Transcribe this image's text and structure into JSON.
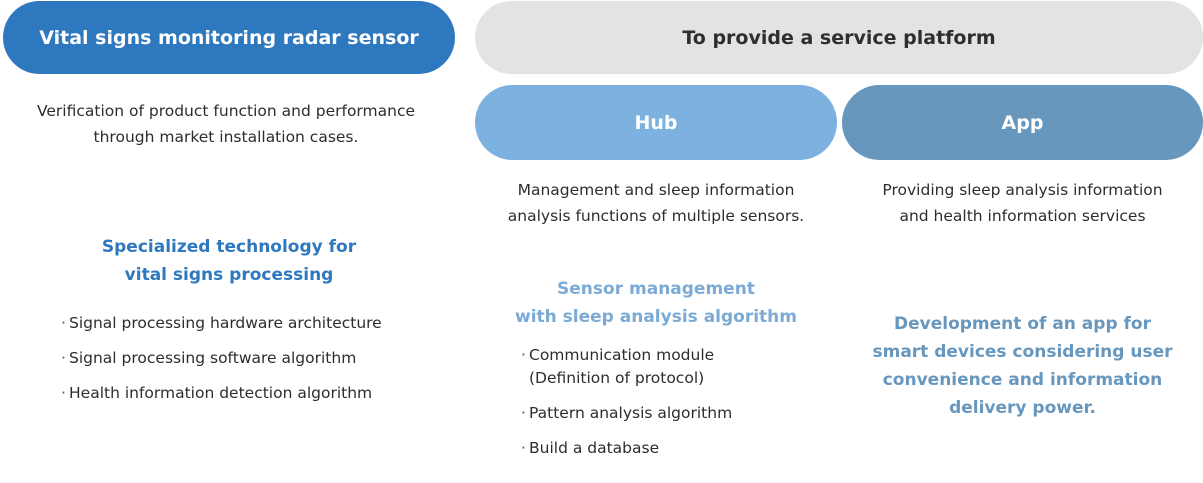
{
  "radar": {
    "title": "Vital signs monitoring radar sensor",
    "description": [
      "Verification of product function and performance",
      "through market installation cases."
    ],
    "heading": [
      "Specialized technology for",
      "vital signs processing"
    ],
    "items": [
      "Signal processing hardware architecture",
      "Signal processing software algorithm",
      "Health information detection algorithm"
    ]
  },
  "platform": {
    "title": "To provide a service platform"
  },
  "hub": {
    "title": "Hub",
    "description": [
      "Management and sleep information",
      "analysis functions of multiple sensors."
    ],
    "heading": [
      "Sensor management",
      "with sleep analysis algorithm"
    ],
    "items": [
      [
        "Communication module",
        "(Definition of protocol)"
      ],
      [
        "Pattern analysis algorithm"
      ],
      [
        "Build a database"
      ]
    ]
  },
  "app": {
    "title": "App",
    "description": [
      "Providing sleep analysis information",
      "and health information services"
    ],
    "heading": [
      "Development of an app for",
      "smart devices considering user",
      "convenience and information",
      "delivery power."
    ]
  },
  "colors": {
    "radar_blue": "#2e78bf",
    "platform_gray": "#e3e3e3",
    "hub_blue": "#7db1e0",
    "app_blue": "#6897be"
  }
}
